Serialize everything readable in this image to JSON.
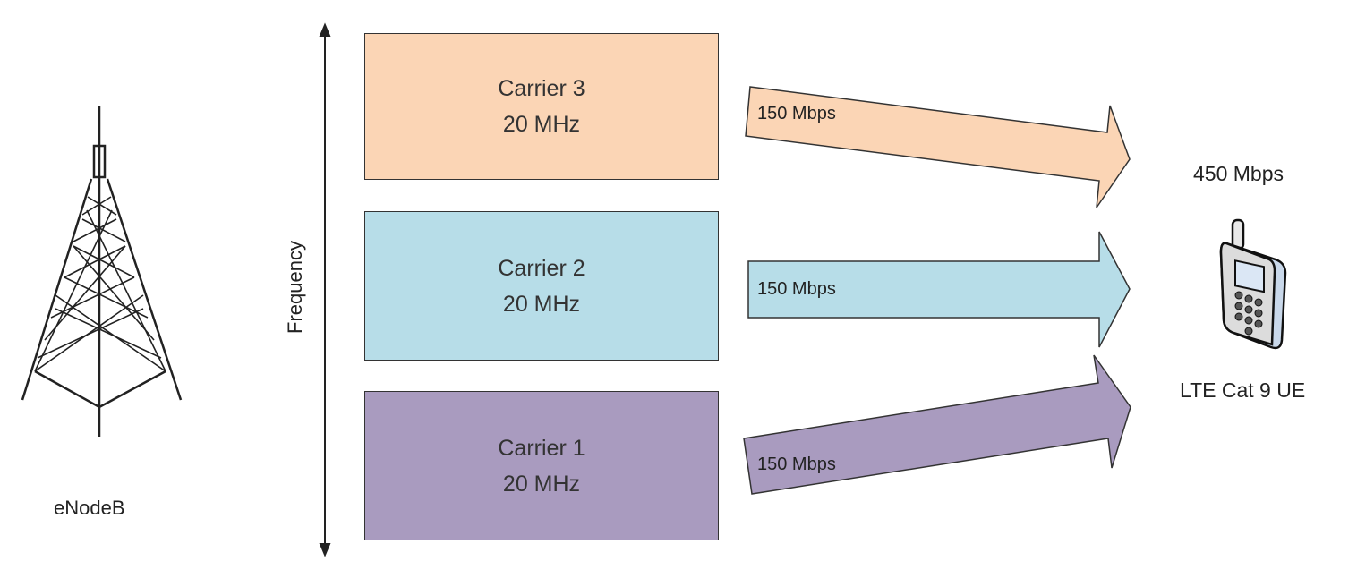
{
  "enodeb": {
    "label": "eNodeB",
    "icon": "cell-tower-icon"
  },
  "axis": {
    "label": "Frequency"
  },
  "carriers": [
    {
      "name": "Carrier 3",
      "bandwidth": "20 MHz",
      "rate": "150 Mbps",
      "color": "#fbd5b5"
    },
    {
      "name": "Carrier 2",
      "bandwidth": "20 MHz",
      "rate": "150 Mbps",
      "color": "#b7dde8"
    },
    {
      "name": "Carrier 1",
      "bandwidth": "20 MHz",
      "rate": "150 Mbps",
      "color": "#a99bbf"
    }
  ],
  "ue": {
    "total_rate": "450 Mbps",
    "label": "LTE Cat 9 UE",
    "icon": "mobile-phone-icon"
  }
}
